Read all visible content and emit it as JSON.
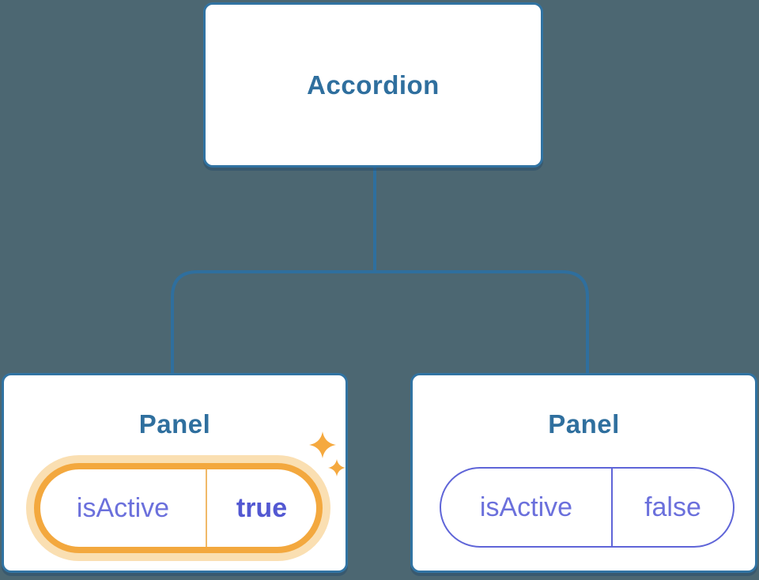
{
  "tree": {
    "root": {
      "label": "Accordion"
    },
    "children": [
      {
        "label": "Panel",
        "prop_name": "isActive",
        "prop_value": "true",
        "state": "active",
        "icon": "sparkles-icon"
      },
      {
        "label": "Panel",
        "prop_name": "isActive",
        "prop_value": "false",
        "state": "inactive"
      }
    ]
  },
  "colors": {
    "background": "#4C6772",
    "node_fill": "#FFFFFF",
    "node_border": "#3173A2",
    "node_text": "#2F6F9E",
    "connector": "#2F6F9E",
    "prop_text": "#6B70DC",
    "prop_value_active_text": "#5358D2",
    "pill_border_active": "#F3A83E",
    "pill_glow_active": "#FADFB2",
    "pill_divider_active": "#F0B968",
    "pill_border_inactive": "#5F65D8",
    "sparkle": "#F5A93F"
  }
}
